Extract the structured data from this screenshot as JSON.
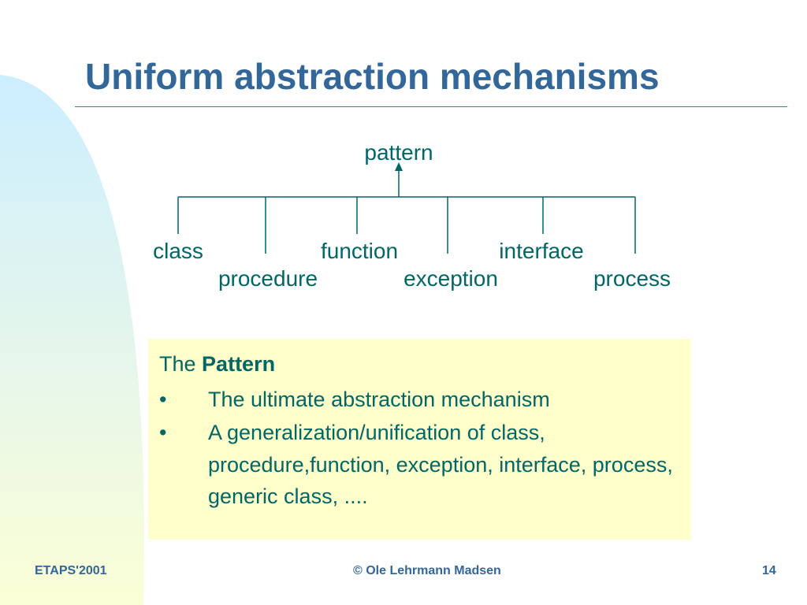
{
  "slide": {
    "title": "Uniform abstraction mechanisms"
  },
  "diagram": {
    "root": "pattern",
    "children_row1": [
      "class",
      "function",
      "interface"
    ],
    "children_row2": [
      "procedure",
      "exception",
      "process"
    ]
  },
  "callout": {
    "heading_prefix": "The",
    "heading_bold": "Pattern",
    "bullet_mark": "•",
    "bullets": [
      "The ultimate abstraction mechanism",
      "A generalization/unification of class, procedure,function, exception, interface, process, generic class, ...."
    ]
  },
  "footer": {
    "left": "ETAPS'2001",
    "center": "© Ole Lehrmann Madsen",
    "page_number": "14"
  },
  "colors": {
    "title": "#336699",
    "body_text": "#006666",
    "callout_bg": "#ffffcc",
    "accent_line": "#2a8a8a"
  }
}
